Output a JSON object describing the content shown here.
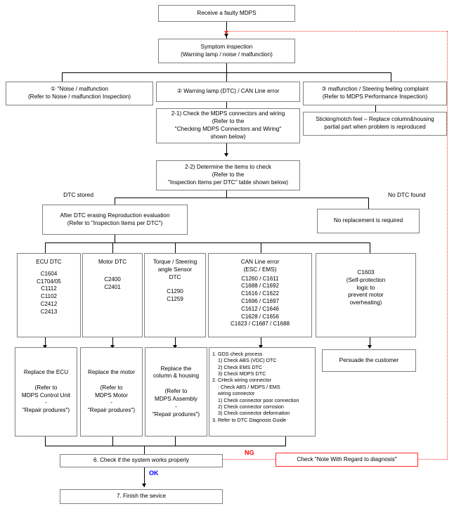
{
  "diagram": {
    "title": "MDPS Faulty Unit Diagnosis Flowchart",
    "colors": {
      "box_border": "#808080",
      "line": "#000000",
      "ng": "#ff0000",
      "ok": "#0000ff",
      "red_route": "#ff3b30"
    }
  },
  "nodes": {
    "start": {
      "text": "Receive a faulty MDPS"
    },
    "symptom": {
      "text": "Symptom inspection\n(Warning lamp / noise / malfunction)"
    },
    "branch1": {
      "text": "① \"Noise / malfunction\n(Refer to Noise / malfunction Inspection)"
    },
    "branch2": {
      "text": "② Warning lamp (DTC) / CAN Line error"
    },
    "branch3": {
      "text": "③ malfunction / Steering feeling complaint\n(Refer to MDPS Performance Inspection)"
    },
    "step21": {
      "text": "2-1) Check the MDPS connectors and wiring\n(Refer to the\n\"Checking  MDPS Connectors and Wiring\"\nshown below)"
    },
    "sticking": {
      "text": "Sticking/notch feel – Replace column&housing\npartial part when problem is reproduced"
    },
    "step22": {
      "text": "2-2) Determine the items to check\n(Refer to the\n\"Inspection Items per DTC\" table shown below)"
    },
    "reproduction": {
      "text": "After DTC erasing Reproduction evaluation\n(Refer to \"Inspection Items per DTC\")"
    },
    "no_replacement": {
      "text": "No replacement is required"
    },
    "ecu_dtc": {
      "title": "ECU DTC",
      "codes": "C1604\nC1704/05\nC1112\nC1102\nC2412\nC2413"
    },
    "motor_dtc": {
      "title": "Motor DTC",
      "codes": "C2400\nC2401"
    },
    "torque_dtc": {
      "title": "Torque / Steering\nangle Sensor\nDTC",
      "codes": "C1290\nC1259"
    },
    "can_dtc": {
      "title": "CAN Line error\n(ESC / EMS)",
      "codes": "C1260 / C1611\nC1688 / C1692\nC1616 / C1622\nC1696 / C1697\nC1612 / C1646\nC1628 / C1656\nC1623 / C1687 / C1688"
    },
    "c1603": {
      "text": "C1603\n(Self-protection\nlogic to\nprevent motor\noverheating)"
    },
    "replace_ecu": {
      "text": "Replace the ECU\n\n(Refer to\nMDPS Control Unit\n-\n\"Repair produres\")"
    },
    "replace_motor": {
      "text": "Replace the motor\n\n(Refer to\nMDPS Motor\n-\n\"Repair produres\")"
    },
    "replace_column": {
      "text": "Replace the\ncolumn & housing\n\n(Refer to\nMDPS Assembly\n-\n\"Repair produres\")"
    },
    "gds_steps": {
      "lines": [
        {
          "indent": 0,
          "text": "1. GDS check process"
        },
        {
          "indent": 1,
          "text": "1) Check ABS (VDC) DTC"
        },
        {
          "indent": 1,
          "text": "2) Check EMS DTC"
        },
        {
          "indent": 1,
          "text": "3) Check MDPS DTC"
        },
        {
          "indent": 0,
          "text": "2. CHeck wiring connector"
        },
        {
          "indent": 1,
          "text": ": Check ABS / MDPS / EMS"
        },
        {
          "indent": 1,
          "text": "wiring connector"
        },
        {
          "indent": 1,
          "text": "1) Check connector poor connection"
        },
        {
          "indent": 1,
          "text": "2) Check connector corrosion"
        },
        {
          "indent": 1,
          "text": "3) Check connector deformation"
        },
        {
          "indent": 0,
          "text": "3. Refer to DTC Diagnosis Guide"
        }
      ]
    },
    "persuade": {
      "text": "Persuade the customer"
    },
    "step6": {
      "text": "6. Check if the system works properly"
    },
    "note_check": {
      "text": "Check \"Note With Regard to diagnosis\""
    },
    "step7": {
      "text": "7. Finish the sevice"
    }
  },
  "labels": {
    "dtc_stored": "DTC stored",
    "no_dtc_found": "No DTC found",
    "ng": "NG",
    "ok": "OK"
  }
}
